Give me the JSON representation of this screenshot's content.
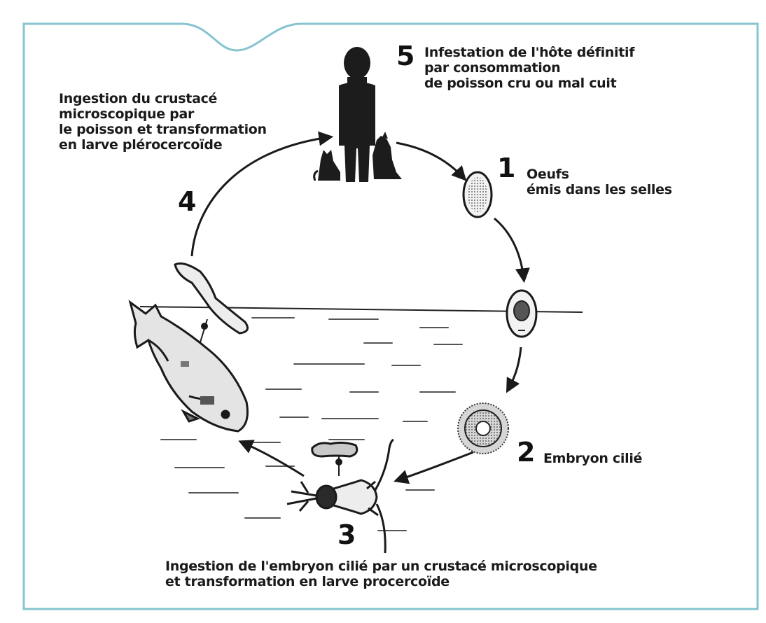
{
  "colors": {
    "frame": "#86c4cf",
    "ink": "#1a1a1a",
    "background": "#ffffff"
  },
  "steps": [
    {
      "number": "1",
      "lines": [
        "Oeufs",
        "émis dans les selles"
      ]
    },
    {
      "number": "2",
      "lines": [
        "Embryon cilié"
      ]
    },
    {
      "number": "3",
      "lines": [
        "Ingestion de l'embryon cilié par un crustacé microscopique",
        "et transformation en larve procercoïde"
      ]
    },
    {
      "number": "4",
      "lines": [
        "Ingestion du crustacé",
        "microscopique par",
        "le poisson et transformation",
        "en larve plérocercoïde"
      ]
    },
    {
      "number": "5",
      "lines": [
        "Infestation de l'hôte définitif",
        "par consommation",
        "de poisson cru ou mal cuit"
      ]
    }
  ],
  "icons": [
    "human-silhouette-icon",
    "cat-icon",
    "dog-icon",
    "egg-icon",
    "embryonated-egg-icon",
    "ciliated-embryo-icon",
    "copepod-icon",
    "procercoid-larva-icon",
    "fish-icon",
    "plerocercoid-larva-icon"
  ]
}
